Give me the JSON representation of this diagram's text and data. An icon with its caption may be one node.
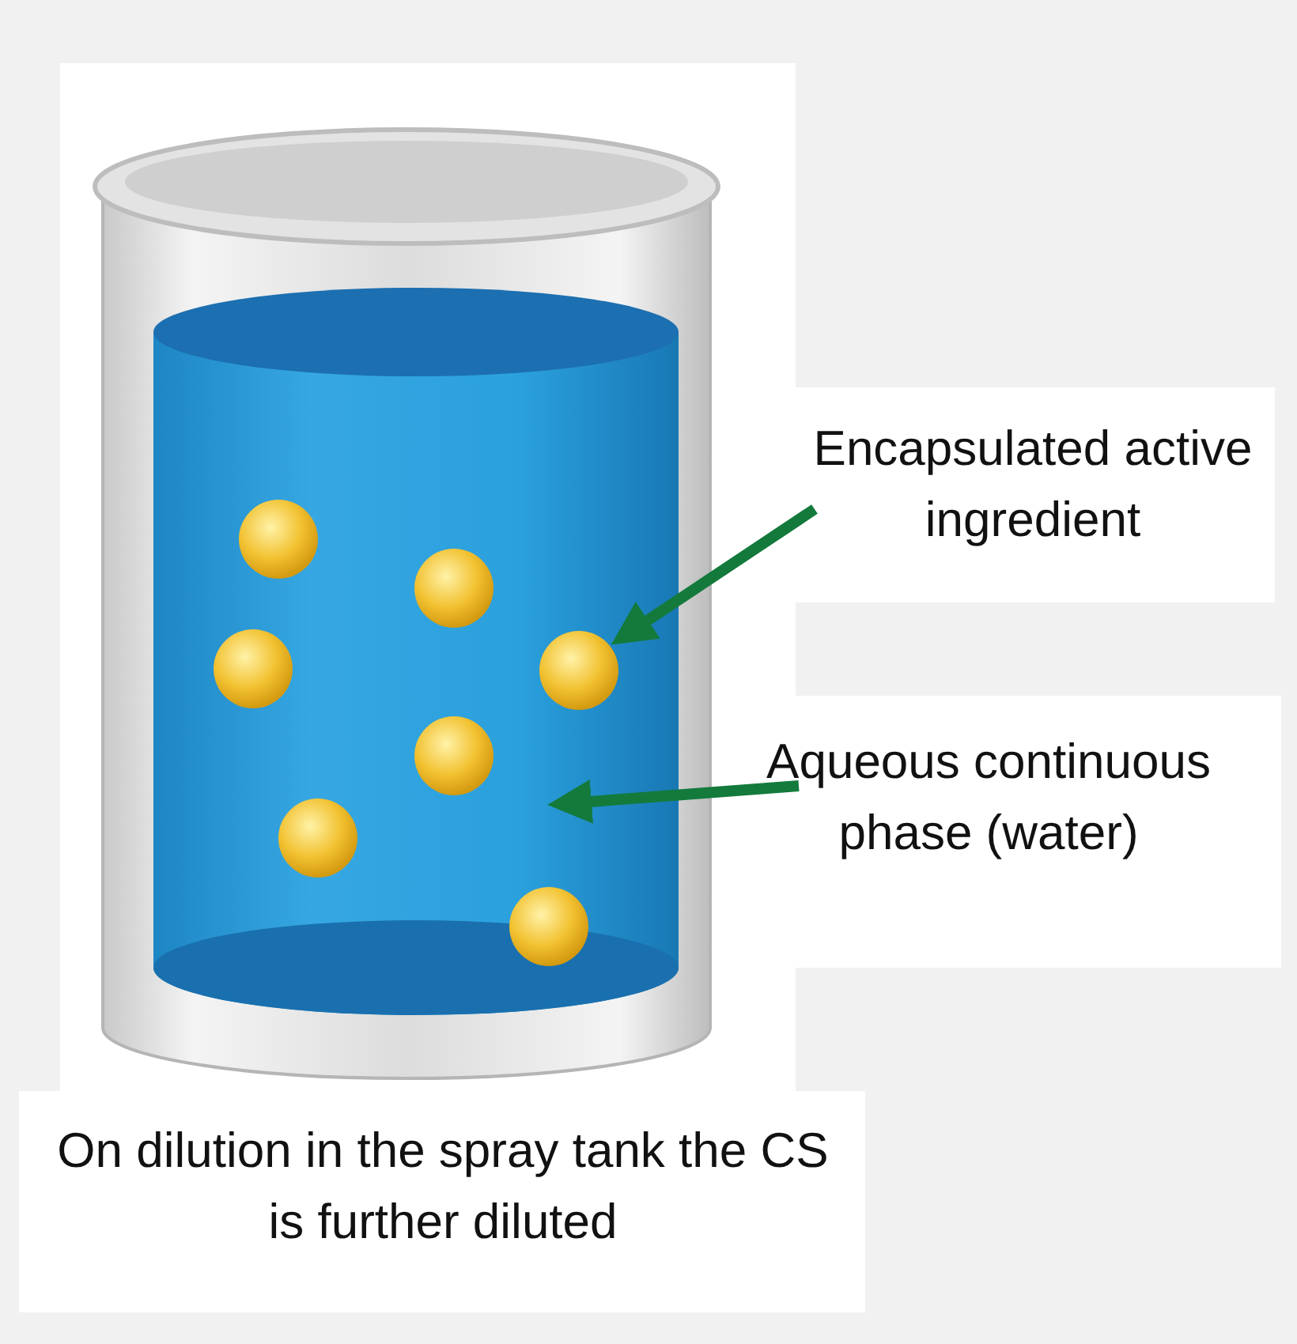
{
  "diagram": {
    "caption": "On dilution in the spray tank the CS is further diluted",
    "nodes": [
      {
        "text": [
          "Encapsulated active ingredient"
        ]
      },
      {
        "text": [
          "Aqueous continuous phase (water)"
        ]
      },
      {
        "text": [],
        "shape": "circle"
      }
    ],
    "edges": [
      {
        "from": 0,
        "to": 2,
        "arrow": "to"
      },
      {
        "from": 1,
        "to": null,
        "arrow": "to"
      }
    ]
  }
}
